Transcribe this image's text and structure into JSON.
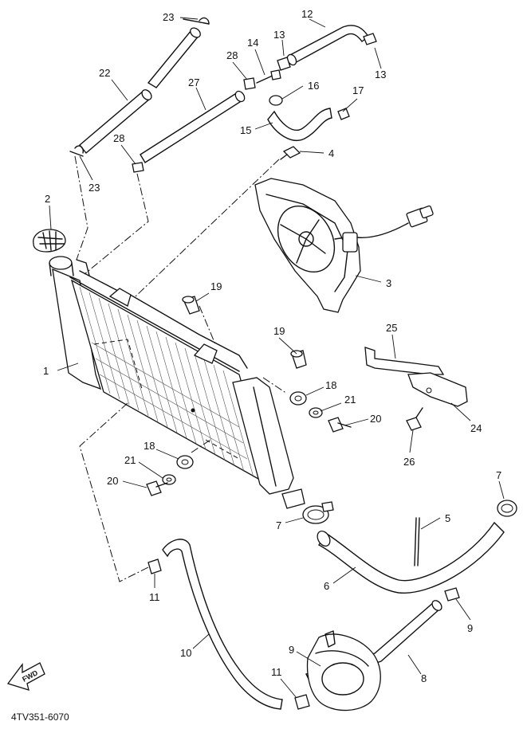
{
  "diagram": {
    "code": "4TV351-6070",
    "fwd_label": "FWD"
  },
  "callouts": {
    "c1": "1",
    "c2": "2",
    "c3": "3",
    "c4": "4",
    "c5": "5",
    "c6": "6",
    "c7a": "7",
    "c7b": "7",
    "c8": "8",
    "c9a": "9",
    "c9b": "9",
    "c10": "10",
    "c11a": "11",
    "c11b": "11",
    "c12": "12",
    "c13a": "13",
    "c13b": "13",
    "c14": "14",
    "c15": "15",
    "c16": "16",
    "c17": "17",
    "c18a": "18",
    "c18b": "18",
    "c19a": "19",
    "c19b": "19",
    "c20a": "20",
    "c20b": "20",
    "c21a": "21",
    "c21b": "21",
    "c22": "22",
    "c23a": "23",
    "c23b": "23",
    "c24": "24",
    "c25": "25",
    "c26": "26",
    "c27": "27",
    "c28a": "28",
    "c28b": "28"
  }
}
